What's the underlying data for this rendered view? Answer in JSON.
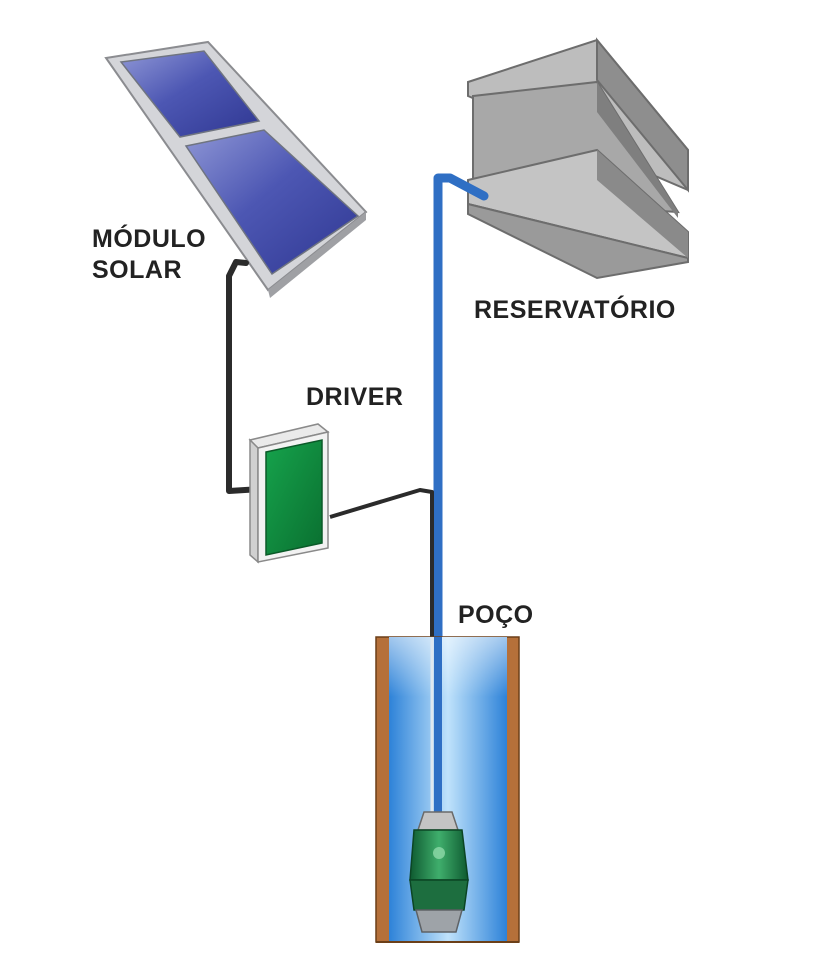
{
  "labels": {
    "solar_module_line1": "MÓDULO",
    "solar_module_line2": "SOLAR",
    "reservoir": "RESERVATÓRIO",
    "driver": "DRIVER",
    "well": "POÇO"
  },
  "colors": {
    "panel_frame": "#cfd0d4",
    "panel_cell": "#3f4aa8",
    "reservoir_gray": "#a9a9a9",
    "driver_screen": "#0f8a3c",
    "water_pipe": "#2f6fc4",
    "cable": "#2b2b2b",
    "well_wall": "#b5703a",
    "water": "#5fb0ee",
    "pump": "#1f7a45"
  }
}
